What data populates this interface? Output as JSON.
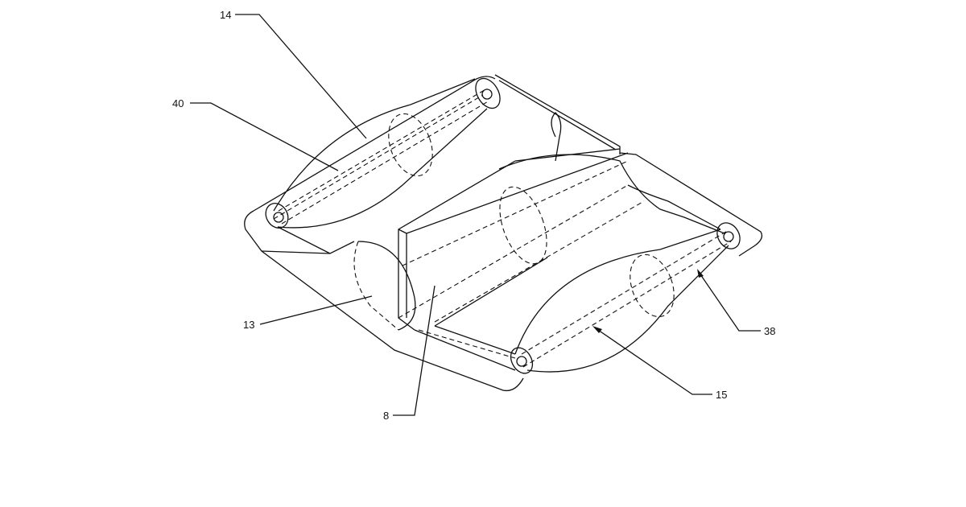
{
  "figure": {
    "reference_labels": {
      "label_14": "14",
      "label_40": "40",
      "label_13": "13",
      "label_8": "8",
      "label_15": "15",
      "label_38": "38"
    }
  }
}
